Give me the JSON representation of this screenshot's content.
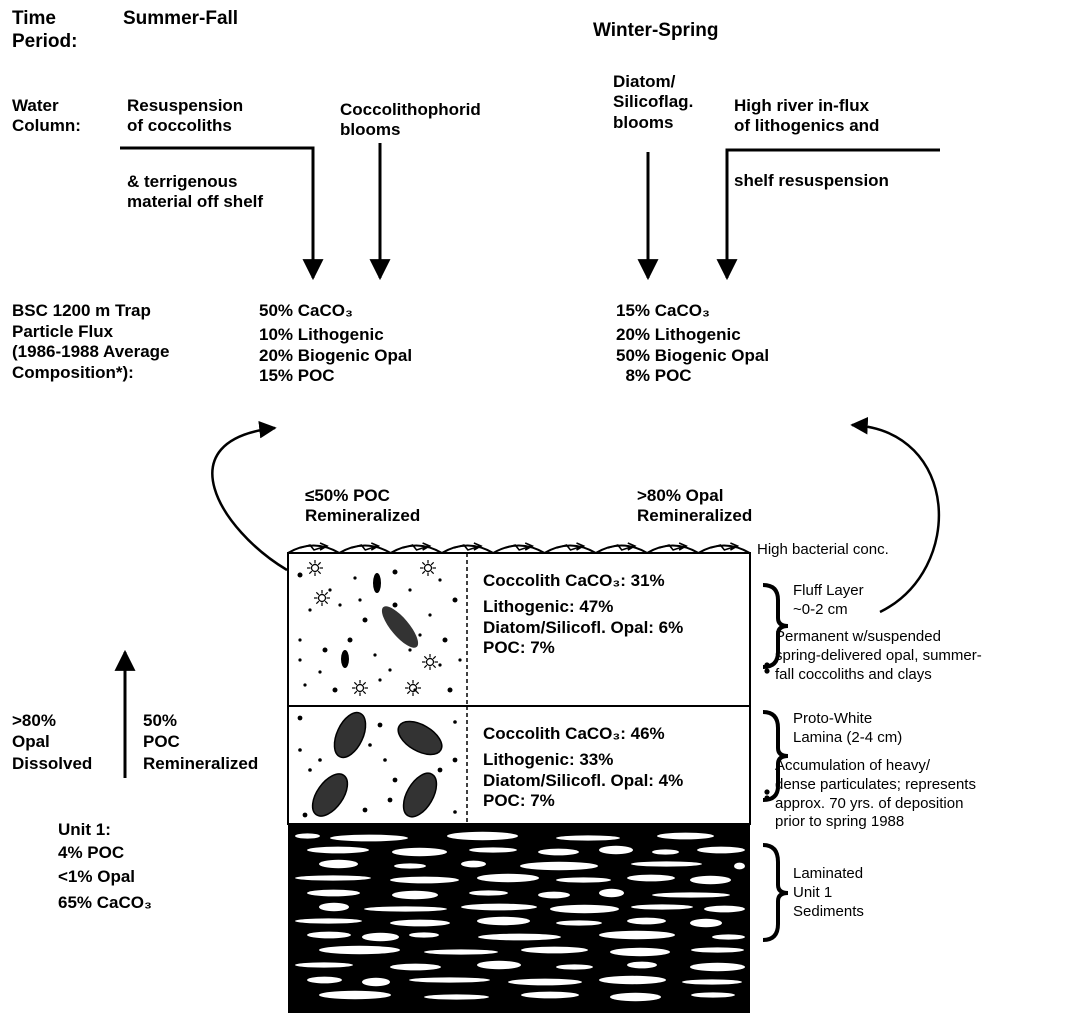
{
  "header": {
    "time_period_label": "Time\nPeriod:",
    "summer_fall": "Summer-Fall",
    "winter_spring": "Winter-Spring",
    "water_column_label": "Water\nColumn:"
  },
  "water_column": {
    "resuspension": "Resuspension\nof coccoliths",
    "terrigenous": "& terrigenous\nmaterial off shelf",
    "coccolithophorid": "Coccolithophorid\nblooms",
    "diatom": "Diatom/\nSilicoflag.\nblooms",
    "river": "High river in-flux\nof lithogenics and",
    "shelf": "shelf resuspension"
  },
  "trap": {
    "label": "BSC 1200 m Trap\nParticle Flux\n(1986-1988 Average\nComposition*):",
    "summer": [
      "50% CaCO₃",
      "10% Lithogenic",
      "20% Biogenic Opal",
      "15% POC"
    ],
    "winter": [
      "15% CaCO₃",
      "20% Lithogenic",
      "50% Biogenic Opal",
      "  8% POC"
    ]
  },
  "remineralized": {
    "poc": "≤50% POC\nRemineralized",
    "opal": ">80% Opal\nRemineralized",
    "bacterial": "High bacterial conc."
  },
  "fluff": {
    "composition": [
      "Coccolith CaCO₃: 31%",
      "Lithogenic: 47%",
      "Diatom/Silicofl. Opal: 6%",
      "POC: 7%"
    ],
    "title": "Fluff Layer\n~0-2 cm",
    "note": "Permanent w/suspended\nspring-delivered opal, summer-\nfall coccoliths and clays"
  },
  "proto": {
    "composition": [
      "Coccolith CaCO₃: 46%",
      "Lithogenic: 33%",
      "Diatom/Silicofl. Opal: 4%",
      "POC: 7%"
    ],
    "title": "Proto-White\nLamina (2-4 cm)",
    "note": "Accumulation of heavy/\ndense particulates; represents\napprox. 70 yrs. of deposition\nprior to spring 1988"
  },
  "laminated": {
    "label": "Laminated\nUnit 1\nSediments"
  },
  "dissolution": {
    "opal": ">80%\nOpal\nDissolved",
    "poc": "50%\nPOC\nRemineralized"
  },
  "unit1": {
    "label": "Unit 1:",
    "lines": [
      "4% POC",
      "<1% Opal",
      "65% CaCO₃"
    ]
  }
}
